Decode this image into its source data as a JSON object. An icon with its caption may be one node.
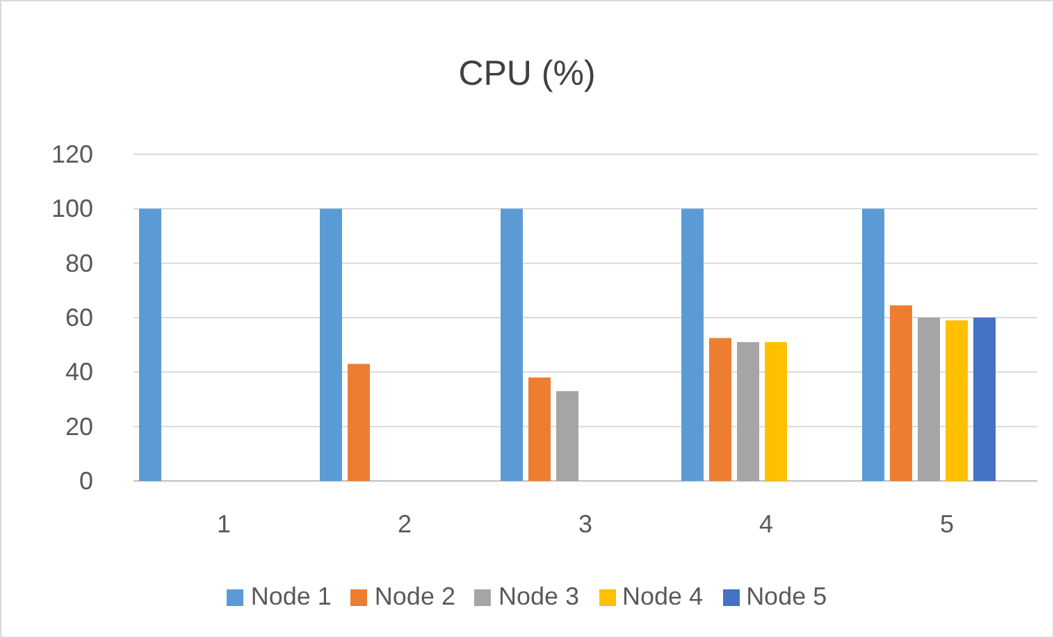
{
  "diagram": {
    "chart_data": {
      "type": "bar",
      "title": "CPU (%)",
      "categories": [
        "1",
        "2",
        "3",
        "4",
        "5"
      ],
      "series": [
        {
          "name": "Node 1",
          "color": "#5b9bd5",
          "values": [
            100,
            100,
            100,
            100,
            100
          ]
        },
        {
          "name": "Node 2",
          "color": "#ed7d31",
          "values": [
            null,
            43,
            38,
            52.5,
            64.5
          ]
        },
        {
          "name": "Node 3",
          "color": "#a5a5a5",
          "values": [
            null,
            null,
            33,
            51,
            60
          ]
        },
        {
          "name": "Node 4",
          "color": "#ffc000",
          "values": [
            null,
            null,
            null,
            51,
            59
          ]
        },
        {
          "name": "Node 5",
          "color": "#4472c4",
          "values": [
            null,
            null,
            null,
            null,
            60
          ]
        }
      ],
      "grid": true,
      "legend": "bottom",
      "ylim": [
        0,
        120
      ],
      "yticks": [
        0,
        20,
        40,
        60,
        80,
        100,
        120
      ]
    }
  }
}
